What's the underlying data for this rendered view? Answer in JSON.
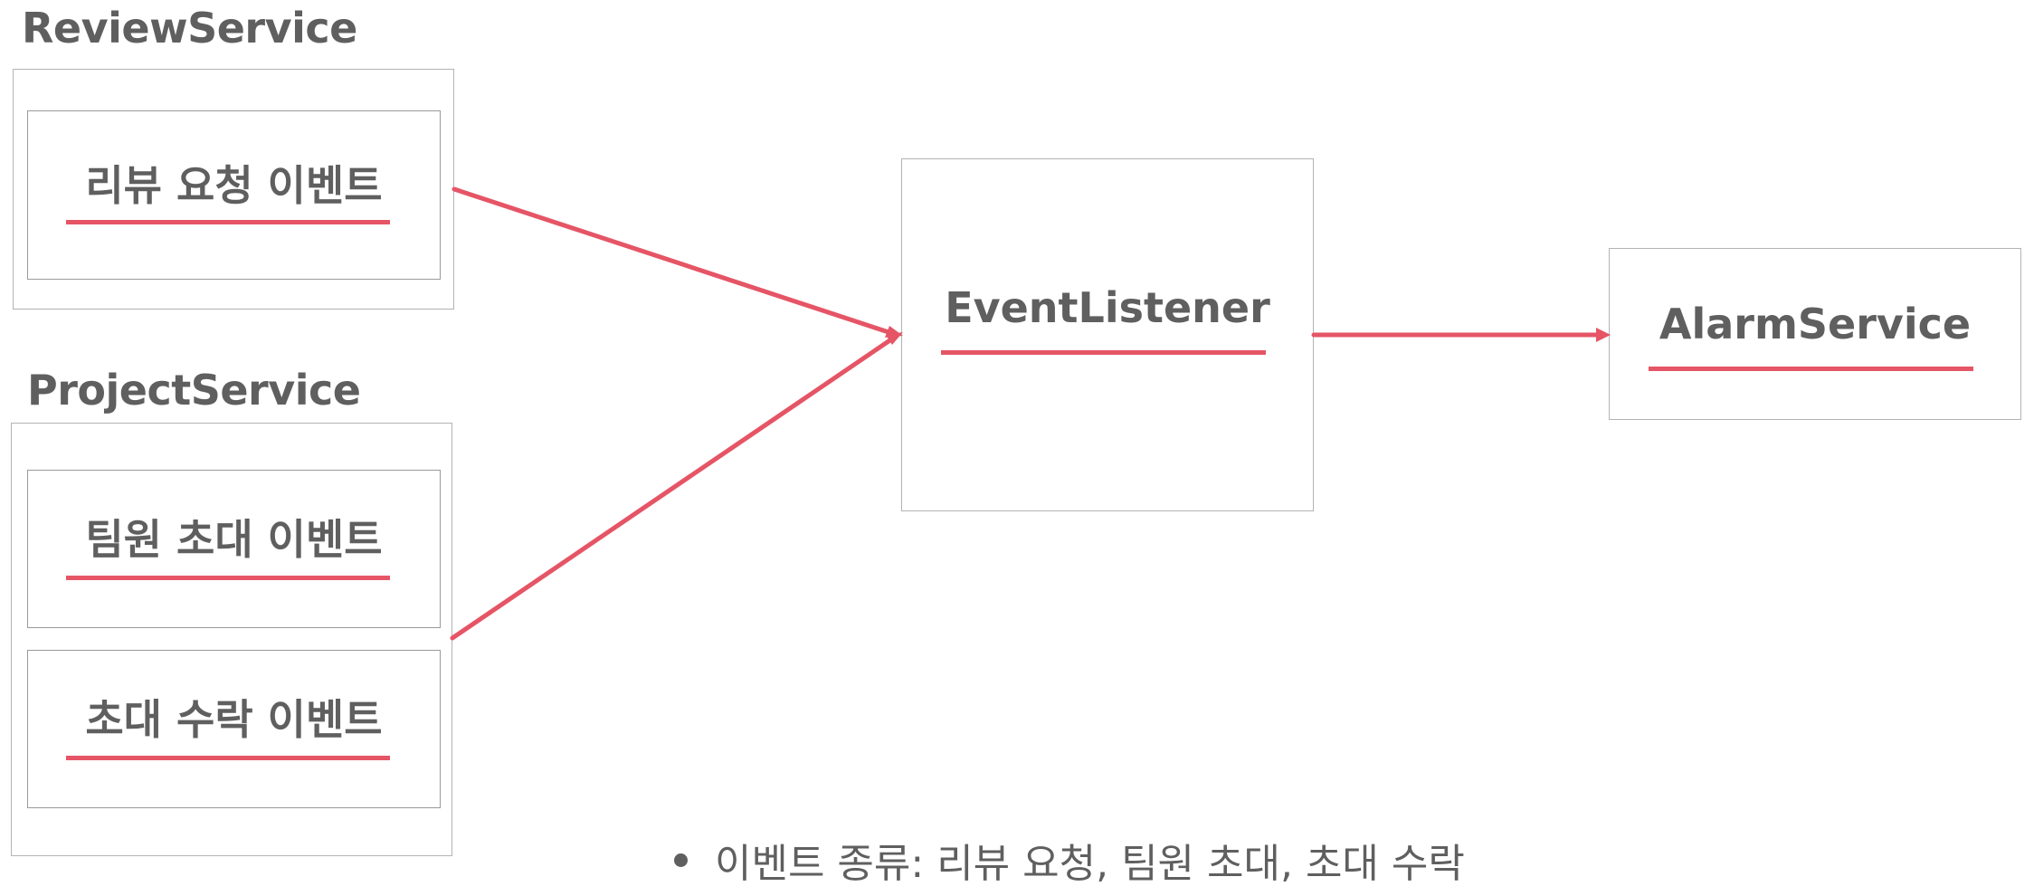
{
  "colors": {
    "accent": "#e55566",
    "text": "#5f5f5f",
    "box_border": "#b3b3b3"
  },
  "review_service": {
    "title": "ReviewService",
    "events": [
      "리뷰 요청 이벤트"
    ]
  },
  "project_service": {
    "title": "ProjectService",
    "events": [
      "팀원 초대 이벤트",
      "초대 수락 이벤트"
    ]
  },
  "event_listener": {
    "label": "EventListener"
  },
  "alarm_service": {
    "label": "AlarmService"
  },
  "footnote": {
    "text": "이벤트 종류: 리뷰 요청, 팀원 초대, 초대 수락"
  }
}
